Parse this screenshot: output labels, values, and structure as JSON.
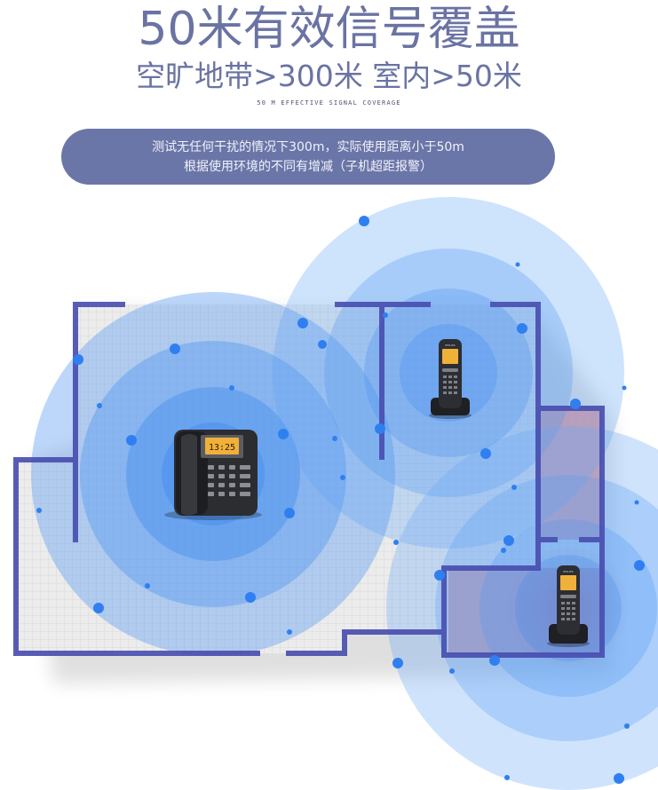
{
  "heading": {
    "title": "50米有效信号覆盖",
    "subtitle": "空旷地带>300米 室内>50米",
    "english": "50 M EFFECTIVE SIGNAL COVERAGE"
  },
  "notice": {
    "line1": "测试无任何干扰的情况下300m，实际使用距离小于50m",
    "line2": "根据使用环境的不同有增减（子机超距报警）"
  },
  "devices": {
    "base_display": "13:25",
    "handset_brand": "PHILIPS"
  },
  "colors": {
    "title": "#6a73a3",
    "pill": "#6b76a8",
    "signal": "#2f7ff0",
    "walls": "#4a4fb0",
    "alert_room": "#d9858f"
  }
}
